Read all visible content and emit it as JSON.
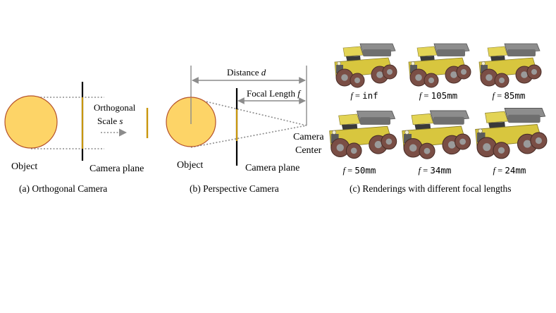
{
  "colors": {
    "object_fill": "#FDD467",
    "object_stroke": "#B5522A",
    "plane_gold": "#C8960C",
    "dotted": "#8C8C8C",
    "truck_body": "#D8C63E",
    "truck_tire": "#7A4E45",
    "truck_bed": "#8D8D8D"
  },
  "panel_a": {
    "object_label": "Object",
    "plane_label": "Camera plane",
    "scale_line1": "Orthogonal",
    "scale_line2_prefix": "Scale ",
    "scale_symbol": "s",
    "caption": "(a) Orthogonal Camera"
  },
  "panel_b": {
    "distance_prefix": "Distance ",
    "distance_symbol": "d",
    "focal_prefix": "Focal Length ",
    "focal_symbol": "f",
    "center_line1": "Camera",
    "center_line2": "Center",
    "object_label": "Object",
    "plane_label": "Camera plane",
    "caption": "(b) Perspective Camera"
  },
  "panel_c": {
    "caption": "(c) Renderings with different focal lengths",
    "f_symbol": "f",
    "equals": " = ",
    "renders": [
      {
        "value": "inf",
        "icon": "toy-dump-truck-icon"
      },
      {
        "value": "105mm",
        "icon": "toy-dump-truck-icon"
      },
      {
        "value": "85mm",
        "icon": "toy-dump-truck-icon"
      },
      {
        "value": "50mm",
        "icon": "toy-dump-truck-icon"
      },
      {
        "value": "34mm",
        "icon": "toy-dump-truck-icon"
      },
      {
        "value": "24mm",
        "icon": "toy-dump-truck-icon"
      }
    ]
  }
}
